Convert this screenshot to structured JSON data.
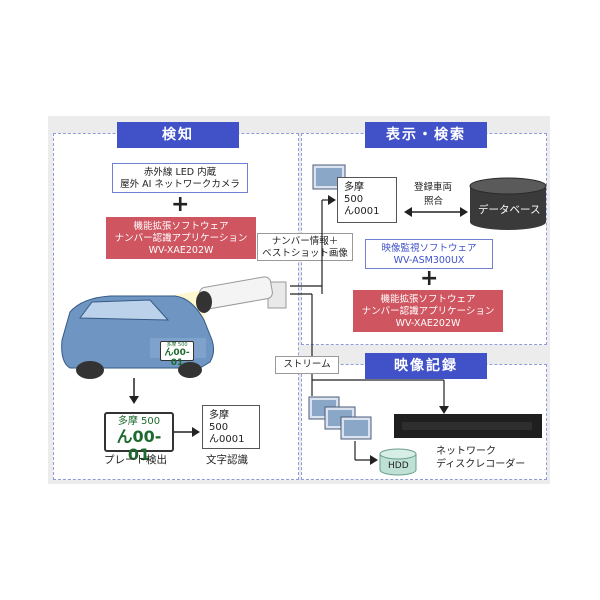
{
  "panels": {
    "detection": {
      "title": "検知"
    },
    "display": {
      "title": "表示・検索"
    },
    "recording": {
      "title": "映像記録"
    }
  },
  "camera_box": {
    "line1": "赤外線 LED 内蔵",
    "line2": "屋外 AI ネットワークカメラ"
  },
  "ext_software_left": {
    "line1": "機能拡張ソフトウェア",
    "line2": "ナンバー認識アプリケーション",
    "line3": "WV-XAE202W"
  },
  "plus": "+",
  "plate_small": {
    "top": "多摩 500",
    "bottom": "ん00-01"
  },
  "plate_large": {
    "top": "多摩 500",
    "bottom": "ん00-01"
  },
  "doc_left": {
    "line1": "多摩",
    "line2": "500",
    "line3": "ん0001"
  },
  "doc_right": {
    "line1": "多摩",
    "line2": "500",
    "line3": "ん0001"
  },
  "labels": {
    "plate_detect": "プレート検出",
    "char_recog": "文字認識",
    "registered": "登録車両",
    "collate": "照合",
    "database": "データベース",
    "number_info_1": "ナンバー情報＋",
    "number_info_2": "ベストショット画像",
    "stream": "ストリーム",
    "hdd": "HDD",
    "nvr_1": "ネットワーク",
    "nvr_2": "ディスクレコーダー"
  },
  "monitor_software": {
    "line1": "映像監視ソフトウェア",
    "line2": "WV-ASM300UX"
  },
  "ext_software_right": {
    "line1": "機能拡張ソフトウェア",
    "line2": "ナンバー認識アプリケーション",
    "line3": "WV-XAE202W"
  },
  "colors": {
    "accent": "#4152c9",
    "red": "#cf5560",
    "plate_green": "#1d6a2e",
    "hdd": "#bfe0d5"
  }
}
